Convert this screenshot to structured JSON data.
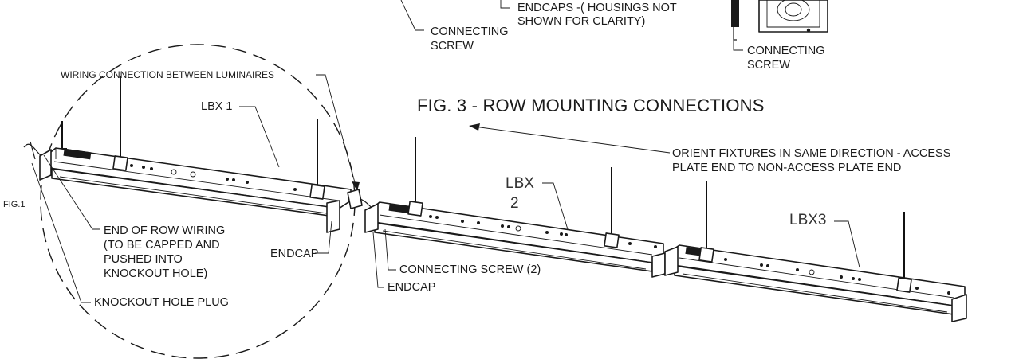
{
  "figure": {
    "title": "FIG. 3 - ROW MOUNTING CONNECTIONS",
    "fig_ref": "FIG.1"
  },
  "labels": {
    "top_connecting_screw_left": [
      "CONNECTING",
      "SCREW"
    ],
    "endcaps_note": [
      "ENDCAPS -( HOUSINGS NOT",
      "SHOWN FOR CLARITY)"
    ],
    "top_connecting_screw_right": [
      "CONNECTING",
      "SCREW"
    ],
    "wiring_connection": "WIRING CONNECTION BETWEEN LUMINAIRES",
    "orient_note": [
      "ORIENT FIXTURES IN SAME DIRECTION - ACCESS",
      "PLATE END TO NON-ACCESS PLATE END"
    ],
    "end_of_row_wiring": [
      "END OF ROW WIRING",
      "(TO BE CAPPED AND",
      "PUSHED INTO",
      "KNOCKOUT HOLE)"
    ],
    "endcap_circle": "ENDCAP",
    "knockout_plug": "KNOCKOUT HOLE PLUG",
    "connecting_screw_2": "CONNECTING SCREW (2)",
    "endcap_bottom": "ENDCAP"
  },
  "fixtures": {
    "lbx1": "LBX 1",
    "lbx2": [
      "LBX",
      "2"
    ],
    "lbx3": "LBX3"
  }
}
